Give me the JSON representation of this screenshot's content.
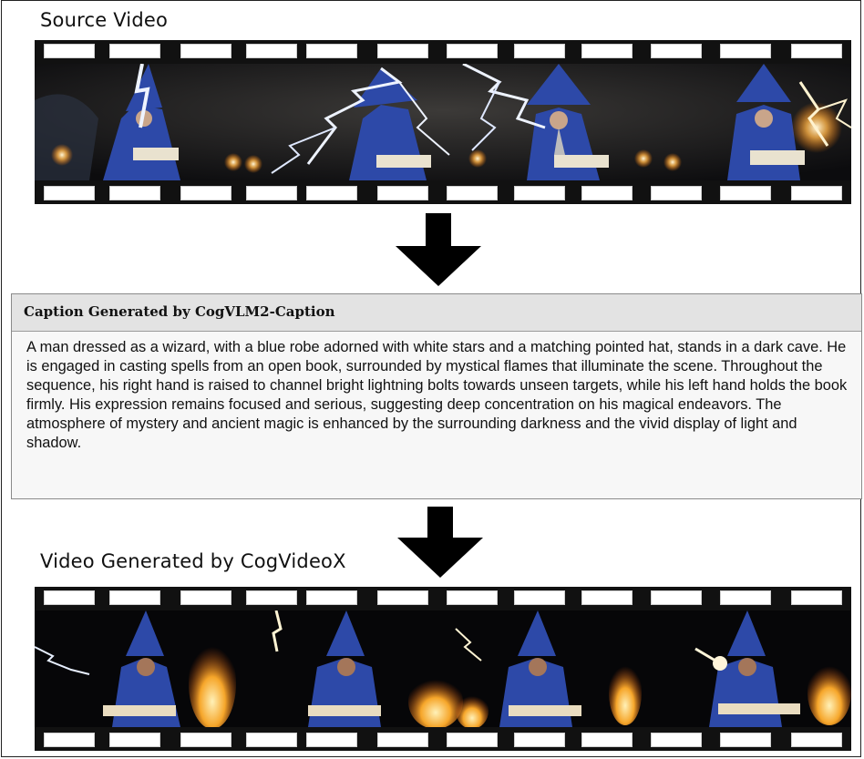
{
  "source": {
    "title": "Source Video"
  },
  "caption": {
    "header": "Caption Generated by CogVLM2-Caption",
    "text": "A man dressed as a wizard, with a blue robe adorned with white stars and a matching pointed hat, stands in a dark cave. He is engaged in casting spells from an open book, surrounded by mystical flames that illuminate the scene. Throughout the sequence, his right hand is raised to channel bright lightning bolts towards unseen targets, while his left hand holds the book firmly. His expression remains focused and serious, suggesting deep concentration on his magical endeavors. The atmosphere of mystery and ancient magic is enhanced by the surrounding darkness and the vivid display of light and shadow."
  },
  "generated": {
    "title": "Video Generated by CogVideoX"
  },
  "colors": {
    "robe": "#2d49a8",
    "film": "#111111",
    "flame": "#f6a62a",
    "lightning": "#dfe8ff"
  }
}
